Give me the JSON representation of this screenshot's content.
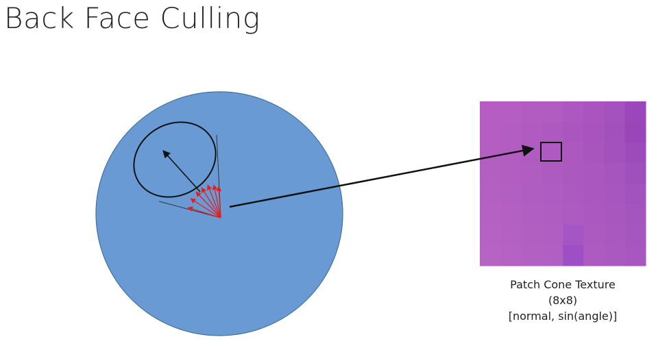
{
  "title": "Back Face Culling",
  "texture_caption": {
    "line1": "Patch Cone Texture",
    "line2": "(8x8)",
    "line3": "[normal, sin(angle)]"
  },
  "colors": {
    "sphere_fill": "#6a9ad4",
    "sphere_stroke": "#41719c",
    "red_arrows": "#e0201c",
    "texture_base": "#b35cc0",
    "outline": "#111111"
  },
  "texture_grid_size": 8
}
